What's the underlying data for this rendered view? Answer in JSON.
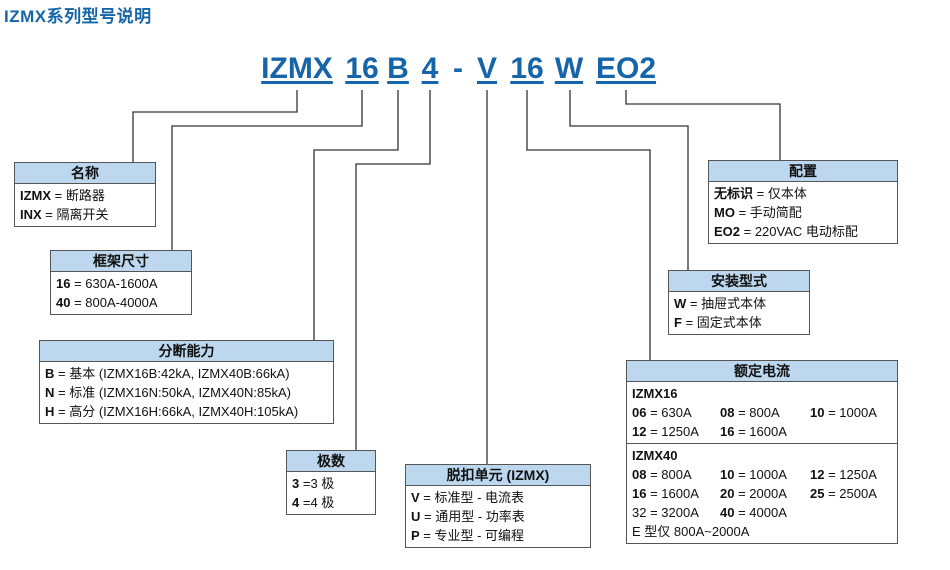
{
  "title": "IZMX系列型号说明",
  "code_parts": [
    "IZMX",
    "16",
    "B",
    "4",
    "-",
    "V",
    "16",
    "W",
    "EO2"
  ],
  "boxes": {
    "name": {
      "header": "名称",
      "rows": [
        {
          "key": "IZMX",
          "text": " = 断路器"
        },
        {
          "key": "INX",
          "text": " = 隔离开关"
        }
      ]
    },
    "frame": {
      "header": "框架尺寸",
      "rows": [
        {
          "key": "16",
          "text": " = 630A-1600A"
        },
        {
          "key": "40",
          "text": " = 800A-4000A"
        }
      ]
    },
    "breaking": {
      "header": "分断能力",
      "rows": [
        {
          "key": "B",
          "text": " = 基本 (IZMX16B:42kA, IZMX40B:66kA)"
        },
        {
          "key": "N",
          "text": " = 标准 (IZMX16N:50kA, IZMX40N:85kA)"
        },
        {
          "key": "H",
          "text": " = 高分 (IZMX16H:66kA, IZMX40H:105kA)"
        }
      ]
    },
    "poles": {
      "header": "极数",
      "rows": [
        {
          "key": "3",
          "text": " =3 极"
        },
        {
          "key": "4",
          "text": " =4 极"
        }
      ]
    },
    "trip": {
      "header": "脱扣单元 (IZMX)",
      "rows": [
        {
          "key": "V",
          "text": " = 标准型 - 电流表"
        },
        {
          "key": "U",
          "text": " = 通用型 - 功率表"
        },
        {
          "key": "P",
          "text": " = 专业型 - 可编程"
        }
      ]
    },
    "config": {
      "header": "配置",
      "rows": [
        {
          "key": "无标识",
          "text": " = 仅本体"
        },
        {
          "key": "MO",
          "text": " = 手动简配"
        },
        {
          "key": "EO2",
          "text": " = 220VAC 电动标配"
        }
      ]
    },
    "mount": {
      "header": "安装型式",
      "rows": [
        {
          "key": "W",
          "text": " = 抽屉式本体"
        },
        {
          "key": "F",
          "text": " = 固定式本体"
        }
      ]
    },
    "current": {
      "header": "额定电流",
      "izmx16_label": "IZMX16",
      "izmx16": [
        {
          "key": "06",
          "text": " = 630A"
        },
        {
          "key": "08",
          "text": " = 800A"
        },
        {
          "key": "10",
          "text": " = 1000A"
        },
        {
          "key": "12",
          "text": " = 1250A"
        },
        {
          "key": "16",
          "text": " = 1600A"
        }
      ],
      "izmx40_label": "IZMX40",
      "izmx40": [
        {
          "key": "08",
          "text": " = 800A"
        },
        {
          "key": "10",
          "text": " = 1000A"
        },
        {
          "key": "12",
          "text": " = 1250A"
        },
        {
          "key": "16",
          "text": " = 1600A"
        },
        {
          "key": "20",
          "text": " = 2000A"
        },
        {
          "key": "25",
          "text": " = 2500A"
        },
        {
          "key": "",
          "text": "32 = 3200A"
        },
        {
          "key": "40",
          "text": " = 4000A"
        }
      ],
      "note": "E 型仅 800A~2000A"
    }
  }
}
